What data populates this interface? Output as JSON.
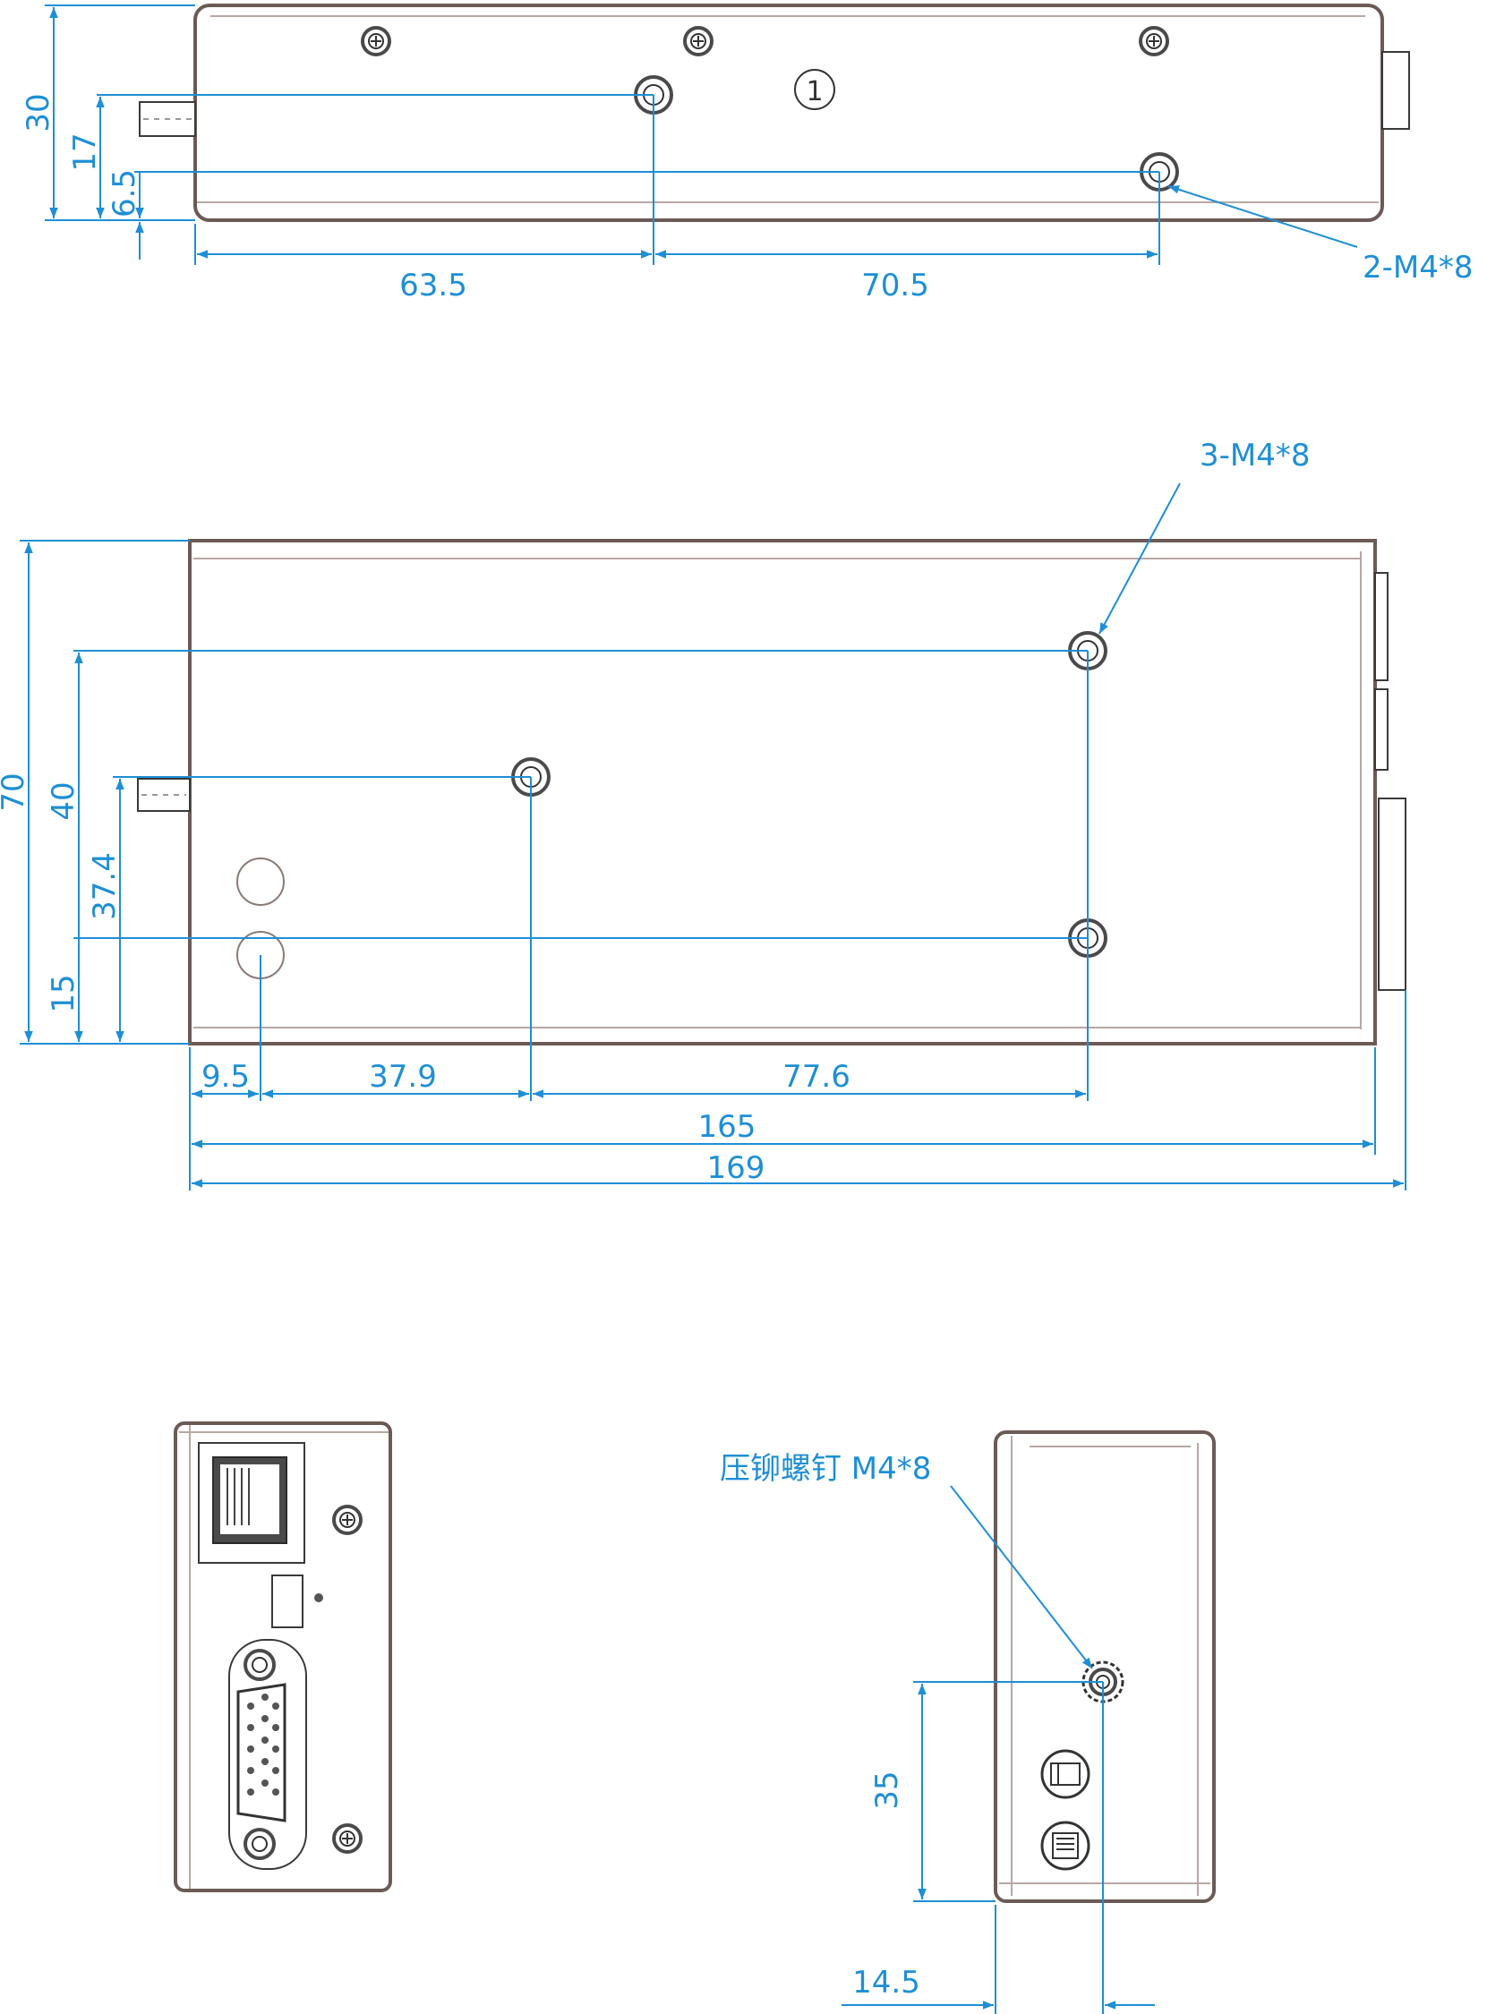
{
  "views": {
    "top": {
      "dims": {
        "height": "30",
        "hole_a_y": "17",
        "hole_b_y": "6.5",
        "x1": "63.5",
        "x2": "70.5"
      },
      "callout": "2-M4*8",
      "mark": "1"
    },
    "side": {
      "dims": {
        "height": "70",
        "hole_top_y": "40",
        "shaft_y": "37.4",
        "hole_bot_y": "15",
        "x_a": "9.5",
        "x_b": "37.9",
        "x_c": "77.6",
        "inner_len": "165",
        "total_len": "169"
      },
      "callout": "3-M4*8"
    },
    "end": {
      "dims": {
        "screw_y": "35",
        "screw_x": "14.5"
      },
      "callout": "压铆螺钉  M4*8"
    }
  },
  "colors": {
    "dimension": "#1e8fd6",
    "outline": "#6b5a55"
  }
}
